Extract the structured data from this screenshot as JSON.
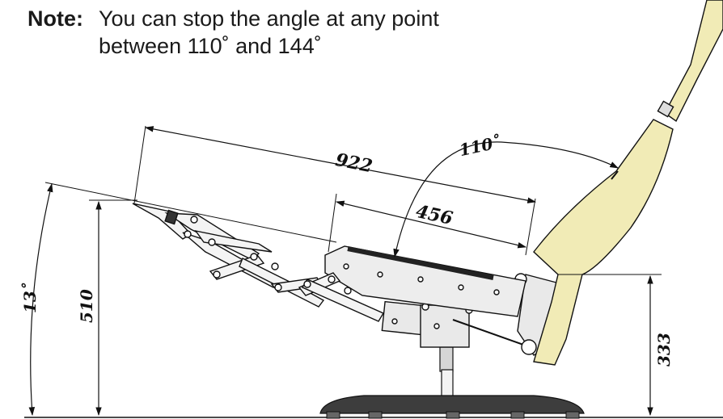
{
  "note": {
    "label": "Note:",
    "line1": "You can stop the angle at any point",
    "line2": "between 110˚ and 144˚"
  },
  "dimensions": {
    "total_length": "922",
    "seat_length": "456",
    "recline_angle": "110˚",
    "incline_angle": "13˚",
    "front_height": "510",
    "seat_height": "333"
  },
  "colors": {
    "backrest": "#f1ebb6",
    "metal": "#e9e9e9",
    "base": "#3d3d3d",
    "line": "#111111"
  }
}
